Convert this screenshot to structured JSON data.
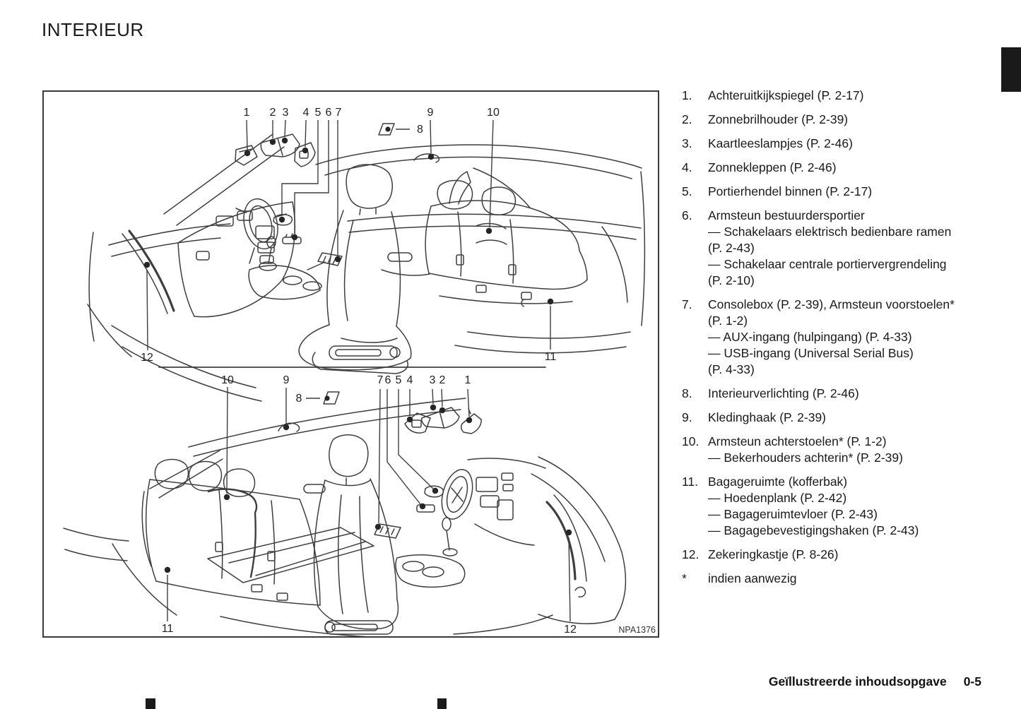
{
  "page": {
    "title": "INTERIEUR"
  },
  "figure": {
    "code": "NPA1376",
    "top_callouts": [
      "1",
      "2",
      "3",
      "4",
      "5",
      "6",
      "7",
      "8",
      "9",
      "10",
      "12",
      "11"
    ],
    "bottom_callouts": [
      "10",
      "9",
      "8",
      "7",
      "6",
      "5",
      "4",
      "3",
      "2",
      "1",
      "11",
      "12"
    ]
  },
  "list": {
    "items": [
      {
        "num": "1.",
        "lines": [
          "Achteruitkijkspiegel (P. 2-17)"
        ]
      },
      {
        "num": "2.",
        "lines": [
          "Zonnebrilhouder (P. 2-39)"
        ]
      },
      {
        "num": "3.",
        "lines": [
          "Kaartleeslampjes (P. 2-46)"
        ]
      },
      {
        "num": "4.",
        "lines": [
          "Zonnekleppen (P. 2-46)"
        ]
      },
      {
        "num": "5.",
        "lines": [
          "Portierhendel binnen (P. 2-17)"
        ]
      },
      {
        "num": "6.",
        "lines": [
          "Armsteun bestuurdersportier",
          "— Schakelaars elektrisch bedienbare ramen",
          "(P. 2-43)",
          "— Schakelaar centrale portiervergrendeling",
          "(P. 2-10)"
        ]
      },
      {
        "num": "7.",
        "lines": [
          "Consolebox (P. 2-39), Armsteun voorstoelen*",
          "(P. 1-2)",
          "— AUX-ingang (hulpingang) (P. 4-33)",
          "— USB-ingang (Universal Serial Bus)",
          "(P. 4-33)"
        ]
      },
      {
        "num": "8.",
        "lines": [
          "Interieurverlichting (P. 2-46)"
        ]
      },
      {
        "num": "9.",
        "lines": [
          "Kledinghaak (P. 2-39)"
        ]
      },
      {
        "num": "10.",
        "lines": [
          "Armsteun achterstoelen* (P. 1-2)",
          "— Bekerhouders achterin* (P. 2-39)"
        ]
      },
      {
        "num": "11.",
        "lines": [
          "Bagageruimte (kofferbak)",
          "— Hoedenplank (P. 2-42)",
          "— Bagageruimtevloer (P. 2-43)",
          "— Bagagebevestigingshaken (P. 2-43)"
        ]
      },
      {
        "num": "12.",
        "lines": [
          "Zekeringkastje (P. 8-26)"
        ]
      },
      {
        "num": "*",
        "lines": [
          "indien aanwezig"
        ]
      }
    ]
  },
  "footer": {
    "section": "Geïllustreerde inhoudsopgave",
    "page_no": "0-5"
  }
}
